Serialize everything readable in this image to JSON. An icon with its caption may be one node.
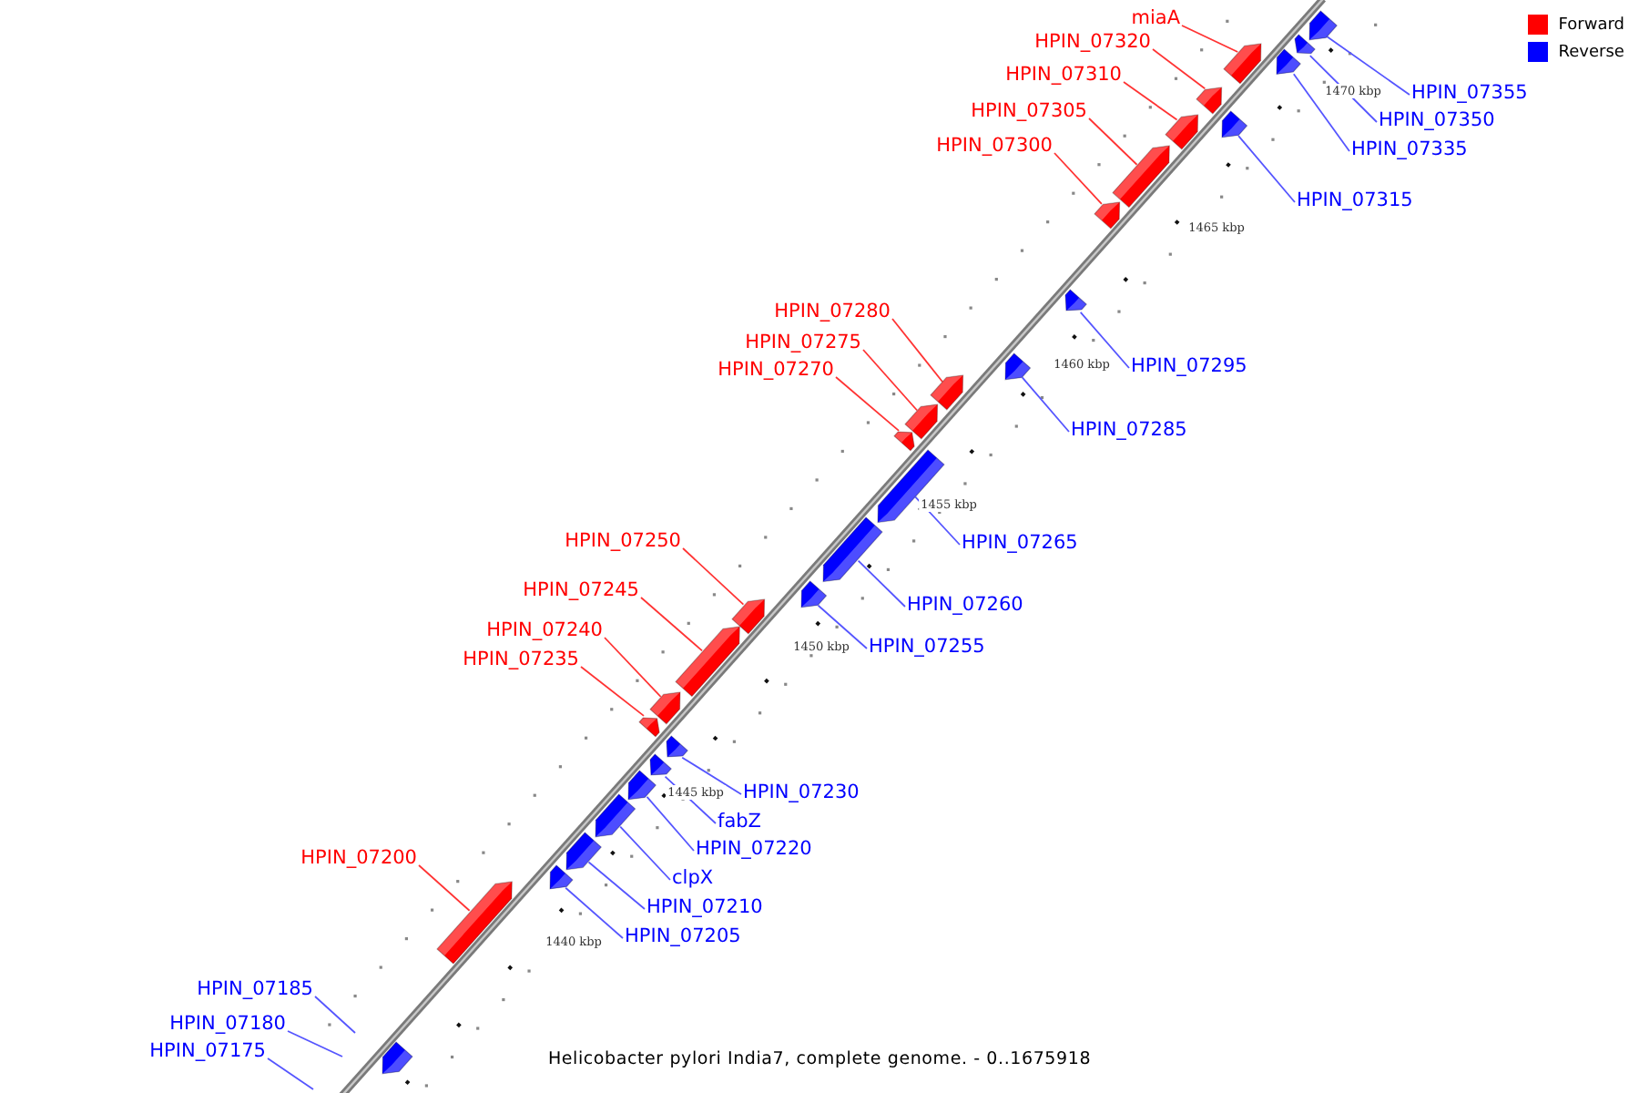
{
  "diagram": {
    "caption": "Helicobacter pylori India7, complete genome. - 0..1675918",
    "nodes": [
      {
        "text": [
          "miaA"
        ]
      },
      {
        "text": [],
        "shape": "bar"
      },
      {
        "text": [
          "HPIN_07320"
        ]
      },
      {
        "text": [],
        "shape": "bar"
      },
      {
        "text": [
          "HPIN_07310"
        ]
      },
      {
        "text": [],
        "shape": "bar"
      },
      {
        "text": [
          "HPIN_07305"
        ]
      },
      {
        "text": [],
        "shape": "bar"
      },
      {
        "text": [
          "HPIN_07300"
        ]
      },
      {
        "text": [],
        "shape": "bar"
      },
      {
        "text": [
          "HPIN_07355"
        ]
      },
      {
        "text": [],
        "shape": "bar"
      },
      {
        "text": [
          "HPIN_07350"
        ]
      },
      {
        "text": [],
        "shape": "bar"
      },
      {
        "text": [
          "HPIN_07335"
        ]
      },
      {
        "text": [],
        "shape": "bar"
      },
      {
        "text": [
          "HPIN_07315"
        ]
      },
      {
        "text": [],
        "shape": "bar"
      },
      {
        "text": [
          "HPIN_07280"
        ]
      },
      {
        "text": [],
        "shape": "bar"
      },
      {
        "text": [
          "HPIN_07275"
        ]
      },
      {
        "text": [],
        "shape": "bar"
      },
      {
        "text": [
          "HPIN_07270"
        ]
      },
      {
        "text": [],
        "shape": "bar"
      },
      {
        "text": [
          "HPIN_07295"
        ]
      },
      {
        "text": [],
        "shape": "bar"
      },
      {
        "text": [
          "HPIN_07285"
        ]
      },
      {
        "text": [],
        "shape": "bar"
      },
      {
        "text": [
          "HPIN_07265"
        ]
      },
      {
        "text": [],
        "shape": "bar"
      },
      {
        "text": [
          "HPIN_07250"
        ]
      },
      {
        "text": [],
        "shape": "bar"
      },
      {
        "text": [
          "HPIN_07245"
        ]
      },
      {
        "text": [],
        "shape": "bar"
      },
      {
        "text": [
          "HPIN_07260"
        ]
      },
      {
        "text": [],
        "shape": "bar"
      },
      {
        "text": [
          "HPIN_07240"
        ]
      },
      {
        "text": [],
        "shape": "bar"
      },
      {
        "text": [
          "HPIN_07255"
        ]
      },
      {
        "text": [],
        "shape": "bar"
      },
      {
        "text": [
          "HPIN_07235"
        ]
      },
      {
        "text": [],
        "shape": "bar"
      },
      {
        "text": [
          "HPIN_07230"
        ]
      },
      {
        "text": [],
        "shape": "bar"
      },
      {
        "text": [
          "fabZ"
        ]
      },
      {
        "text": [],
        "shape": "bar"
      },
      {
        "text": [
          "HPIN_07220"
        ]
      },
      {
        "text": [],
        "shape": "bar"
      },
      {
        "text": [
          "HPIN_07200"
        ]
      },
      {
        "text": [],
        "shape": "bar"
      },
      {
        "text": [
          "clpX"
        ]
      },
      {
        "text": [],
        "shape": "bar"
      },
      {
        "text": [
          "HPIN_07210"
        ]
      },
      {
        "text": [],
        "shape": "bar"
      },
      {
        "text": [
          "HPIN_07205"
        ]
      },
      {
        "text": [],
        "shape": "bar"
      },
      {
        "text": [
          "HPIN_07185"
        ]
      },
      {
        "text": [
          "HPIN_07180"
        ]
      },
      {
        "text": [
          "HPIN_07175"
        ]
      },
      {
        "text": [],
        "shape": "bar"
      }
    ],
    "edges": [
      {
        "from": 0,
        "to": 1,
        "arrow": "none",
        "color": "#ff3333"
      },
      {
        "from": 2,
        "to": 3,
        "arrow": "none",
        "color": "#ff3333"
      },
      {
        "from": 4,
        "to": 5,
        "arrow": "none",
        "color": "#ff3333"
      },
      {
        "from": 6,
        "to": 7,
        "arrow": "none",
        "color": "#ff3333"
      },
      {
        "from": 8,
        "to": 9,
        "arrow": "none",
        "color": "#ff3333"
      },
      {
        "from": 10,
        "to": 11,
        "arrow": "none"
      },
      {
        "from": 12,
        "to": 13,
        "arrow": "none"
      },
      {
        "from": 14,
        "to": 15,
        "arrow": "none"
      },
      {
        "from": 16,
        "to": 17,
        "arrow": "none"
      },
      {
        "from": 18,
        "to": 19,
        "arrow": "none",
        "color": "#ff3333"
      },
      {
        "from": 20,
        "to": 21,
        "arrow": "none",
        "color": "#ff3333"
      },
      {
        "from": 22,
        "to": 23,
        "arrow": "none",
        "color": "#ff3333"
      },
      {
        "from": 24,
        "to": 25,
        "arrow": "none"
      },
      {
        "from": 26,
        "to": 27,
        "arrow": "none"
      },
      {
        "from": 28,
        "to": 29,
        "arrow": "none"
      },
      {
        "from": 30,
        "to": 31,
        "arrow": "none",
        "color": "#ff3333"
      },
      {
        "from": 32,
        "to": 33,
        "arrow": "none",
        "color": "#ff3333"
      },
      {
        "from": 34,
        "to": 35,
        "arrow": "none"
      },
      {
        "from": 36,
        "to": 37,
        "arrow": "none",
        "color": "#ff3333"
      },
      {
        "from": 38,
        "to": 39,
        "arrow": "none"
      },
      {
        "from": 40,
        "to": 41,
        "arrow": "none",
        "color": "#ff3333"
      },
      {
        "from": 42,
        "to": 43,
        "arrow": "none"
      },
      {
        "from": 44,
        "to": 45,
        "arrow": "none"
      },
      {
        "from": 46,
        "to": 47,
        "arrow": "none"
      },
      {
        "from": 48,
        "to": 49,
        "arrow": "none",
        "color": "#ff3333"
      },
      {
        "from": 50,
        "to": 51,
        "arrow": "none"
      },
      {
        "from": 52,
        "to": 53,
        "arrow": "none"
      },
      {
        "from": 54,
        "to": 55,
        "arrow": "none"
      },
      {
        "from": 56,
        "to": null,
        "arrow": "none"
      },
      {
        "from": 57,
        "to": null,
        "arrow": "none"
      },
      {
        "from": 58,
        "to": null,
        "arrow": "none"
      }
    ],
    "labels": [
      "1470 kbp",
      "1465 kbp",
      "1460 kbp",
      "1455 kbp",
      "1450 kbp",
      "1445 kbp",
      "1440 kbp"
    ],
    "legend": [
      {
        "text": "Forward",
        "color": "#ff0000"
      },
      {
        "text": "Reverse",
        "color": "#0000ff"
      }
    ]
  }
}
